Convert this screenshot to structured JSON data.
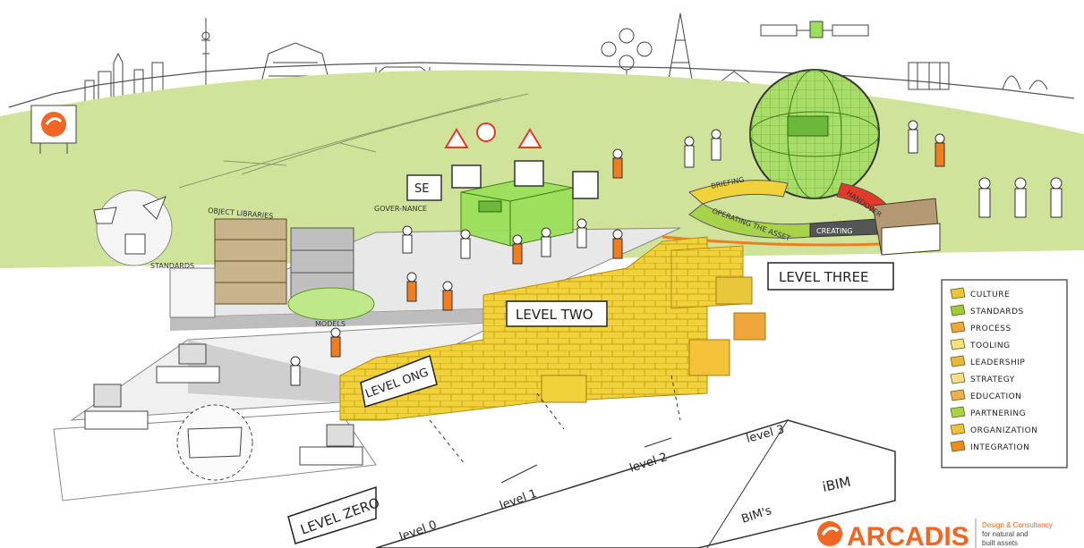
{
  "levels": {
    "zero": "LEVEL ZERO",
    "one": "LEVEL ONG",
    "two": "LEVEL TWO",
    "three": "LEVEL THREE"
  },
  "timeline": {
    "level0": "level 0",
    "level1": "level 1",
    "level2": "level 2",
    "level3": "level 3",
    "bims": "BIM's",
    "ibim": "iBIM"
  },
  "areas": {
    "object_libraries": "OBJECT LIBRARIES",
    "standards": "STANDARDS",
    "models": "MODELS",
    "governance": "GOVER-NANCE"
  },
  "lifecycle": {
    "briefing": "BRIEFING",
    "operating": "OPERATING THE ASSET",
    "creating": "CREATING",
    "handover": "HANDOVER"
  },
  "signs": {
    "se": "SE"
  },
  "legend": {
    "items": [
      {
        "label": "CULTURE",
        "color": "#e8c83a"
      },
      {
        "label": "STANDARDS",
        "color": "#9ccc3a"
      },
      {
        "label": "PROCESS",
        "color": "#f0a63a"
      },
      {
        "label": "TOOLING",
        "color": "#f2e27a"
      },
      {
        "label": "LEADERSHIP",
        "color": "#e7b83a"
      },
      {
        "label": "STRATEGY",
        "color": "#f5dd8a"
      },
      {
        "label": "EDUCATION",
        "color": "#f0b048"
      },
      {
        "label": "PARTNERING",
        "color": "#a8d24a"
      },
      {
        "label": "ORGANIZATION",
        "color": "#f0c040"
      },
      {
        "label": "INTEGRATION",
        "color": "#ee8a1e"
      }
    ]
  },
  "brand": {
    "name": "ARCADIS",
    "tagline_1": "Design & Consultancy",
    "tagline_2": "for natural and",
    "tagline_3": "built assets",
    "color": "#f26522"
  },
  "colors": {
    "grass": "#cfe39a",
    "wall": "#f2d23a",
    "orange": "#f07d22",
    "green_box": "#9be05a"
  }
}
